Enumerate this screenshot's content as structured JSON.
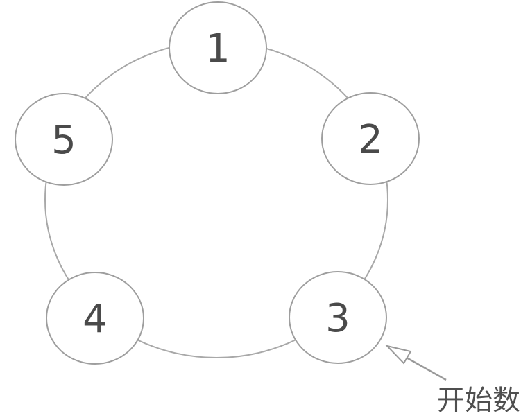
{
  "diagram": {
    "nodes": [
      {
        "label": "1"
      },
      {
        "label": "2"
      },
      {
        "label": "3"
      },
      {
        "label": "4"
      },
      {
        "label": "5"
      }
    ],
    "annotation": {
      "label": "开始数",
      "points_to_node": "3"
    },
    "colors": {
      "background": "#ffffff",
      "ring_stroke": "#a8a8a8",
      "node_stroke": "#9e9e9e",
      "node_fill": "#ffffff",
      "number_color": "#4a4a4a",
      "arrow_color": "#999999",
      "label_color": "#4f4f4f"
    }
  }
}
